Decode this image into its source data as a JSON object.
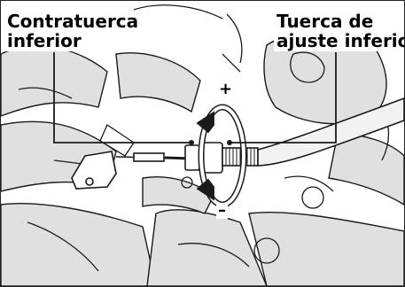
{
  "labels": {
    "left_line1": "Contratuerca",
    "left_line2": "inferior",
    "right_line1": "Tuerca de",
    "right_line2": "ajuste inferior"
  },
  "signs": {
    "plus": "+",
    "minus": "–"
  },
  "colors": {
    "line_art": "#1a1a1a",
    "engine_fill": "#d9d9d9",
    "arrow_fill": "#ffffff",
    "background": "#ffffff"
  }
}
